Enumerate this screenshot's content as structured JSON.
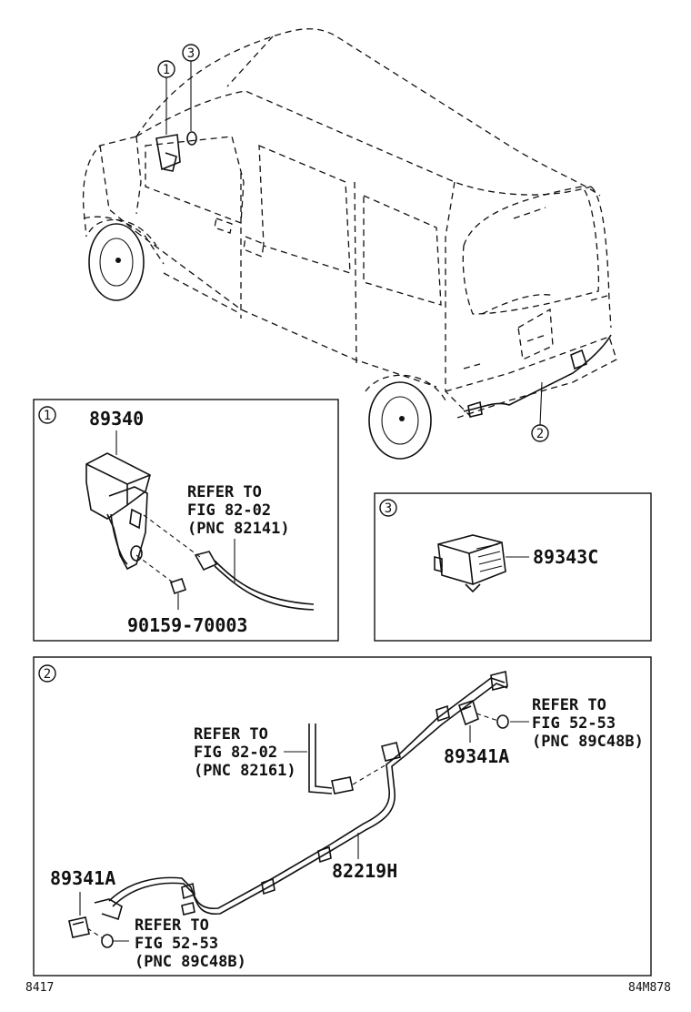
{
  "callouts": {
    "c1": "1",
    "c2": "2",
    "c3": "3"
  },
  "panel1": {
    "part_main": "89340",
    "part_bolt": "90159-70003",
    "refer_line1": "REFER TO",
    "refer_line2": "FIG 82-02",
    "refer_line3": "(PNC 82141)"
  },
  "panel3": {
    "part": "89343C"
  },
  "panel2": {
    "refer_a_line1": "REFER TO",
    "refer_a_line2": "FIG 82-02",
    "refer_a_line3": "(PNC 82161)",
    "part_right": "89341A",
    "refer_b_line1": "REFER TO",
    "refer_b_line2": "FIG 52-53",
    "refer_b_line3": "(PNC 89C48B)",
    "part_harness": "82219H",
    "part_left": "89341A",
    "refer_c_line1": "REFER TO",
    "refer_c_line2": "FIG 52-53",
    "refer_c_line3": "(PNC 89C48B)"
  },
  "footer": {
    "left_code": "8417",
    "right_code": "84M878"
  }
}
